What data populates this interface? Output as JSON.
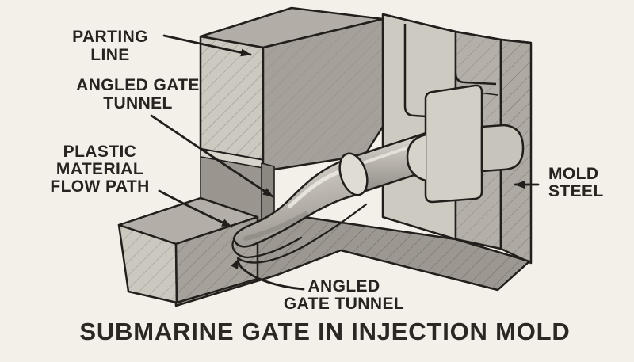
{
  "diagram": {
    "title": "SUBMARINE GATE IN INJECTION MOLD",
    "labels": {
      "parting_line": [
        "PARTING",
        "LINE"
      ],
      "angled_gate_tunnel_top": [
        "ANGLED GATE",
        "TUNNEL"
      ],
      "plastic_flow": [
        "PLASTIC",
        "MATERIAL",
        "FLOW PATH"
      ],
      "mold_steel": [
        "MOLD",
        "STEEL"
      ],
      "angled_gate_tunnel_bottom": [
        "ANGLED",
        "GATE TUNNEL"
      ]
    }
  },
  "colors": {
    "background": "#f3f0e9",
    "ink": "#211e1b",
    "text": "#262320",
    "block_top": "#b2aea7",
    "block_left": "#ccc9c1",
    "block_front": "#a5a19a",
    "recess_face": "#9a968f",
    "parting_band": "#d8d5cd",
    "middle_face": "#cdcac2",
    "wall_mid": "#b4b0a9",
    "wall_outer": "#aeaaa3",
    "insert_boss": "#d2cfc7",
    "runner_light": "#e6e3db",
    "runner_dark": "#8f8b85",
    "slab": "#9c9891",
    "cube_front": "#cbc8c0",
    "cube_right": "#a6a29b"
  }
}
